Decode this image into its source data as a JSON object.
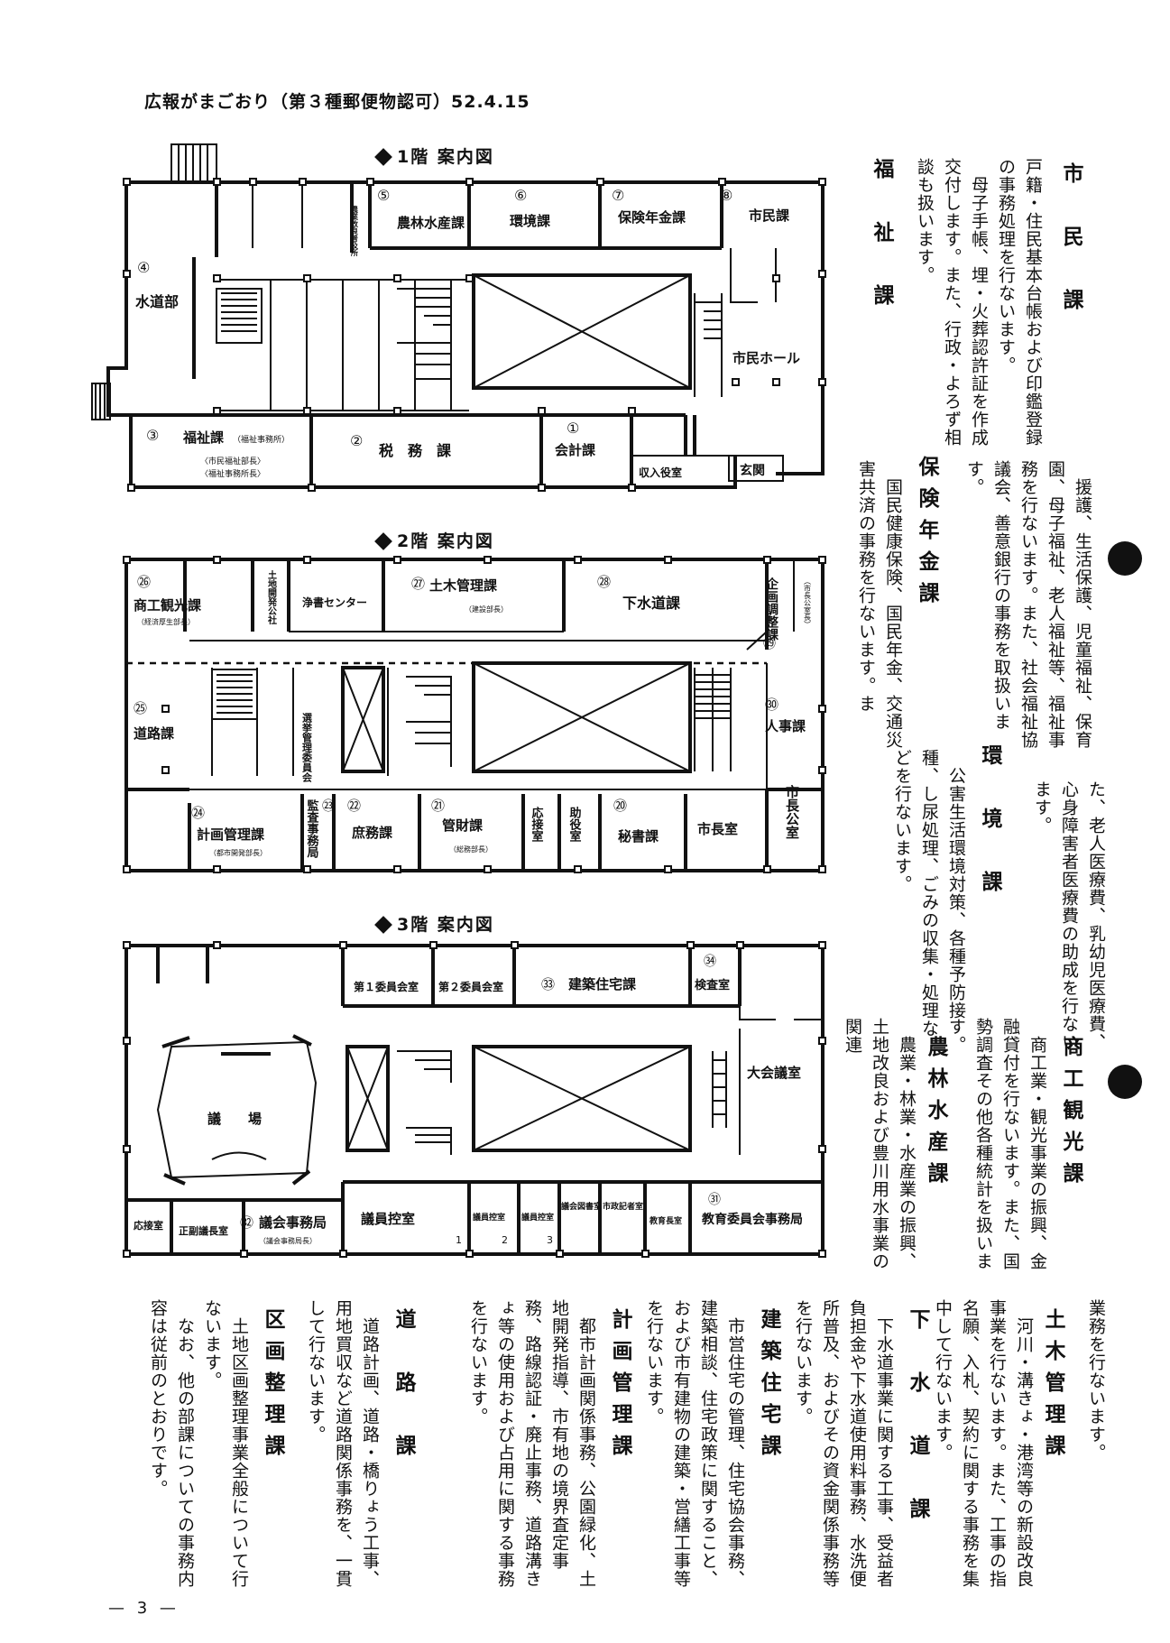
{
  "header": "広報がまごおり（第３種郵便物認可）52.4.15",
  "page_number": "— 3 —",
  "floors": {
    "f1": {
      "title": "1階 案内図",
      "rooms": {
        "nourin_kaizen": "農業改良普及所",
        "n5": "⑤",
        "nourin": "農林水産課",
        "n6": "⑥",
        "kankyo": "環境課",
        "n7": "⑦",
        "hoken": "保険年金課",
        "n8": "⑧",
        "shimin": "市民課",
        "n4": "④",
        "suido": "水道部",
        "hall": "市民ホール",
        "n3": "③",
        "fukushi": "福祉課",
        "fukushi_sub": "（福祉事務所）",
        "fukushi_note1": "〈市民福祉部長〉",
        "fukushi_note2": "〈福祉事務所長〉",
        "n2": "②",
        "zeimu": "税　務　課",
        "n1": "①",
        "kaikei": "会計課",
        "shunyu": "収入役室",
        "genkan": "玄関"
      }
    },
    "f2": {
      "title": "2階 案内図",
      "rooms": {
        "n26": "㉖",
        "shoko": "商工観光課",
        "shoko_sub": "（経済厚生部長）",
        "tochi": "土地開発公社",
        "jokaso": "浄書センター",
        "n27": "㉗",
        "doboku": "土木管理課",
        "doboku_sub": "（建設部長）",
        "n28": "㉘",
        "gesui": "下水道課",
        "kikaku": "企画調整課",
        "kikaku_sub": "（市長公室長）",
        "n29": "㉙",
        "n25": "㉕",
        "doro": "道路課",
        "senkyo": "選挙管理委員会",
        "n30": "㉚",
        "jinji": "人事課",
        "shichokoshitsu": "市長公室",
        "n24": "㉔",
        "keikaku": "計画管理課",
        "keikaku_sub": "（都市開発部長）",
        "n23": "㉓",
        "kansa": "監査事務局",
        "n22": "㉒",
        "shomu": "庶務課",
        "n21": "㉑",
        "kanzai": "管財課",
        "kanzai_sub": "（総務部長）",
        "osetsu": "応接室",
        "joyaku": "助役室",
        "n20": "⑳",
        "hisho": "秘書課",
        "shichoshitsu": "市長室"
      }
    },
    "f3": {
      "title": "3階 案内図",
      "rooms": {
        "iin1": "第１委員会室",
        "iin2": "第２委員会室",
        "n33": "㉝",
        "kenchiku": "建築住宅課",
        "n34": "㉞",
        "kensa": "検査室",
        "daikaigi": "大会議室",
        "gijo": "議　　場",
        "osetsu": "応接室",
        "seifuku": "正副議長室",
        "n32": "㉜",
        "gikai": "議会事務局",
        "gikai_sub": "（議会事務局長）",
        "giin_hikae": "議員控室",
        "h1": "1",
        "giin_hikae2": "議員控室",
        "h2": "2",
        "giin_hikae3": "議員控室",
        "h3": "3",
        "gikai_tosho": "議会図書室",
        "shisei_kisha": "市政記者室",
        "kyoikucho": "教育長室",
        "n31": "㉛",
        "kyoiku_iin": "教育委員会事務局"
      }
    }
  },
  "sections": [
    {
      "title": "市　民　課",
      "body": "戸籍・住民基本台帳および印鑑登録の事務処理を行ないます。\n　母子手帳、埋・火葬認許証を作成交付します。また、行政・よろず相談も扱います。"
    },
    {
      "title": "福　祉　課",
      "body": "　援護、生活保護、児童福祉、保育園、母子福祉、老人福祉等、福祉事務を行ないます。また、社会福祉協議会、善意銀行の事務を取扱います。"
    },
    {
      "title": "保険年金課",
      "body": "　国民健康保険、国民年金、交通災害共済の事務を行ないます。ま"
    },
    {
      "title": "",
      "body": "た、老人医療費、乳幼児医療費、心身障害者医療費の助成を行ないます。"
    },
    {
      "title": "環　境　課",
      "body": "　公害生活環境対策、各種予防接種、し尿処理、ごみの収集・処理などを行ないます。"
    },
    {
      "title": "商工観光課",
      "body": "　商工業・観光事業の振興、金融貸付を行ないます。また、国勢調査その他各種統計を扱います。"
    },
    {
      "title": "農林水産課",
      "body": "　農業・林業・水産業の振興、土地改良および豊川用水事業の関連"
    },
    {
      "title": "",
      "body": "業務を行ないます。"
    },
    {
      "title": "土木管理課",
      "body": "　河川・溝きょ・港湾等の新設改良事業を行ないます。また、工事の指名願、入札、契約に関する事務を集中して行ないます。"
    },
    {
      "title": "下　水　道　課",
      "body": "　下水道事業に関する工事、受益者負担金や下水道使用料事務、水洗便所普及、およびその資金関係事務等を行ないます。"
    },
    {
      "title": "建築住宅課",
      "body": "　市営住宅の管理、住宅協会事務、建築相談、住宅政策に関すること、および市有建物の建築・営繕工事等を行ないます。"
    },
    {
      "title": "計画管理課",
      "body": "　都市計画関係事務、公園緑化、土地開発指導、市有地の境界査定事務、路線認証・廃止事務、道路溝きょ等の使用および占用に関する事務を行ないます。"
    },
    {
      "title": "道　路　課",
      "body": "　道路計画、道路・橋りょう工事、用地買収など道路関係事務を、一貫して行ないます。"
    },
    {
      "title": "区画整理課",
      "body": "　土地区画整理事業全般について行ないます。\n　なお、他の部課についての事務内容は従前のとおりです。"
    }
  ]
}
